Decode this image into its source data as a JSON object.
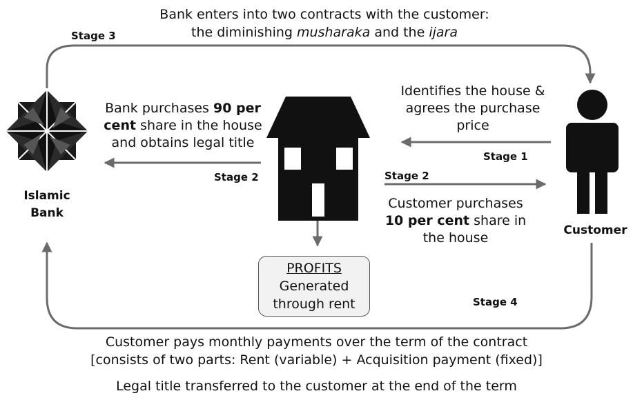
{
  "top_note": {
    "line1": "Bank enters into two contracts with the customer:",
    "line2_prefix": "the diminishing ",
    "line2_term1": "musharaka",
    "line2_mid": " and the ",
    "line2_term2": "ijara"
  },
  "stages": {
    "stage3": "Stage 3",
    "stage1": "Stage 1",
    "stage2_left": "Stage 2",
    "stage2_right": "Stage 2",
    "stage4": "Stage 4"
  },
  "bank": {
    "label_line1": "Islamic",
    "label_line2": "Bank"
  },
  "customer": {
    "label": "Customer"
  },
  "bank_purchase": {
    "l1_a": "Bank purchases ",
    "l1_b": "90 per",
    "l2_a": "cent",
    "l2_b": " share in the house",
    "l3": "and obtains legal title"
  },
  "identify": {
    "l1": "Identifies the house &",
    "l2": "agrees the purchase",
    "l3": "price"
  },
  "customer_purchase": {
    "l1": "Customer purchases",
    "l2_a": "10 per cent",
    "l2_b": " share in",
    "l3": "the house"
  },
  "profits": {
    "title": "PROFITS",
    "l2": "Generated",
    "l3": "through rent"
  },
  "bottom": {
    "l1": "Customer pays monthly payments  over the term of the contract",
    "l2": "[consists of two parts: Rent (variable) + Acquisition payment (fixed)]",
    "l3": "Legal title transferred to the customer at the end of the term"
  },
  "colors": {
    "line": "#6b6b6b",
    "shape": "#111111"
  }
}
